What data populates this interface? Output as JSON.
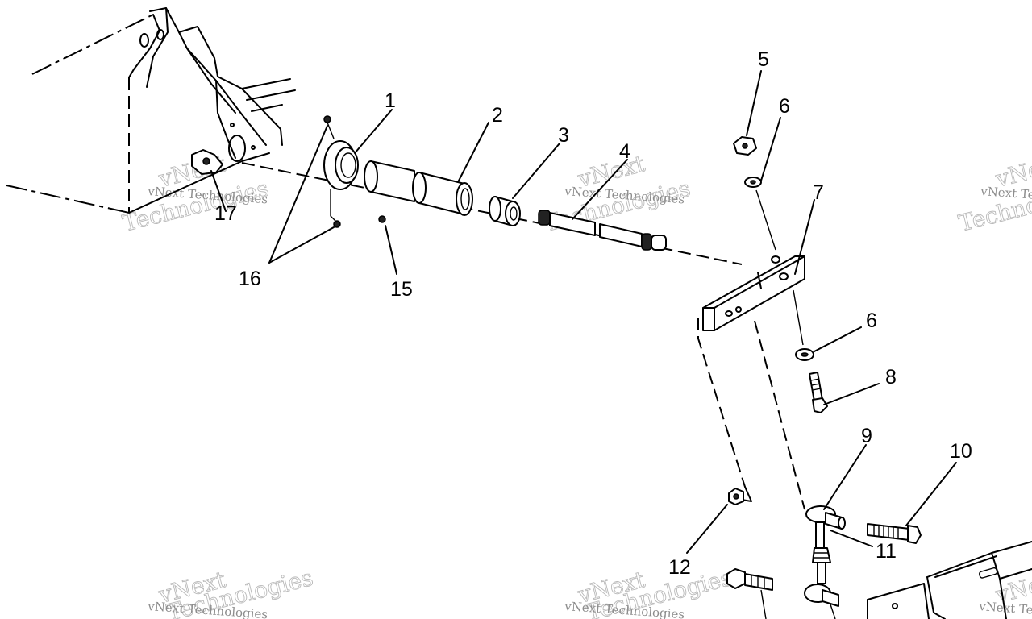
{
  "diagram": {
    "callouts": [
      "1",
      "2",
      "3",
      "4",
      "5",
      "6",
      "7",
      "6",
      "8",
      "9",
      "10",
      "11",
      "12",
      "15",
      "16",
      "17"
    ],
    "watermark": {
      "company": "vNext Technologies",
      "big_top": "vNext",
      "big_bottom": "Technologies"
    }
  }
}
